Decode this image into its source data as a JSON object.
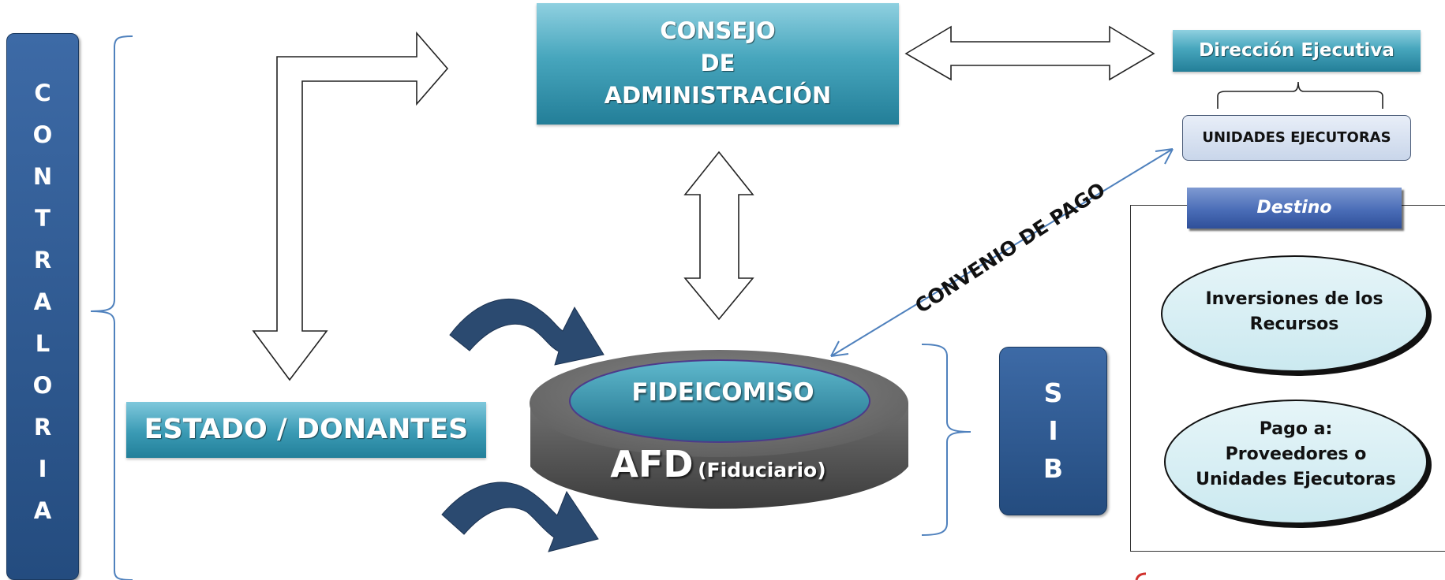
{
  "contraloria": {
    "letters": [
      "C",
      "O",
      "N",
      "T",
      "R",
      "A",
      "L",
      "O",
      "R",
      "I",
      "A"
    ]
  },
  "consejo": {
    "lines": [
      "CONSEJO",
      "DE",
      "ADMINISTRACIÓN"
    ]
  },
  "estado": {
    "label": "ESTADO / DONANTES"
  },
  "direccion": {
    "label": "Dirección Ejecutiva"
  },
  "unidades": {
    "label": "UNIDADES EJECUTORAS"
  },
  "destino": {
    "title": "Destino",
    "inversiones": [
      "Inversiones de los",
      "Recursos"
    ],
    "pago": [
      "Pago a:",
      "Proveedores o",
      "Unidades Ejecutoras"
    ]
  },
  "sib": {
    "letters": [
      "S",
      "I",
      "B"
    ]
  },
  "fideicomiso": {
    "label": "FIDEICOMISO",
    "afd": "AFD",
    "afd_sub": "(Fiduciario)"
  },
  "convenio": {
    "label": "CONVENIO DE PAGO"
  },
  "colors": {
    "dark_blue": "#244c7f",
    "teal": "#3a9ab4",
    "arrow_navy": "#2b4a70",
    "disk_gray": "#5c5c5c",
    "line_blue": "#4f81bd"
  }
}
